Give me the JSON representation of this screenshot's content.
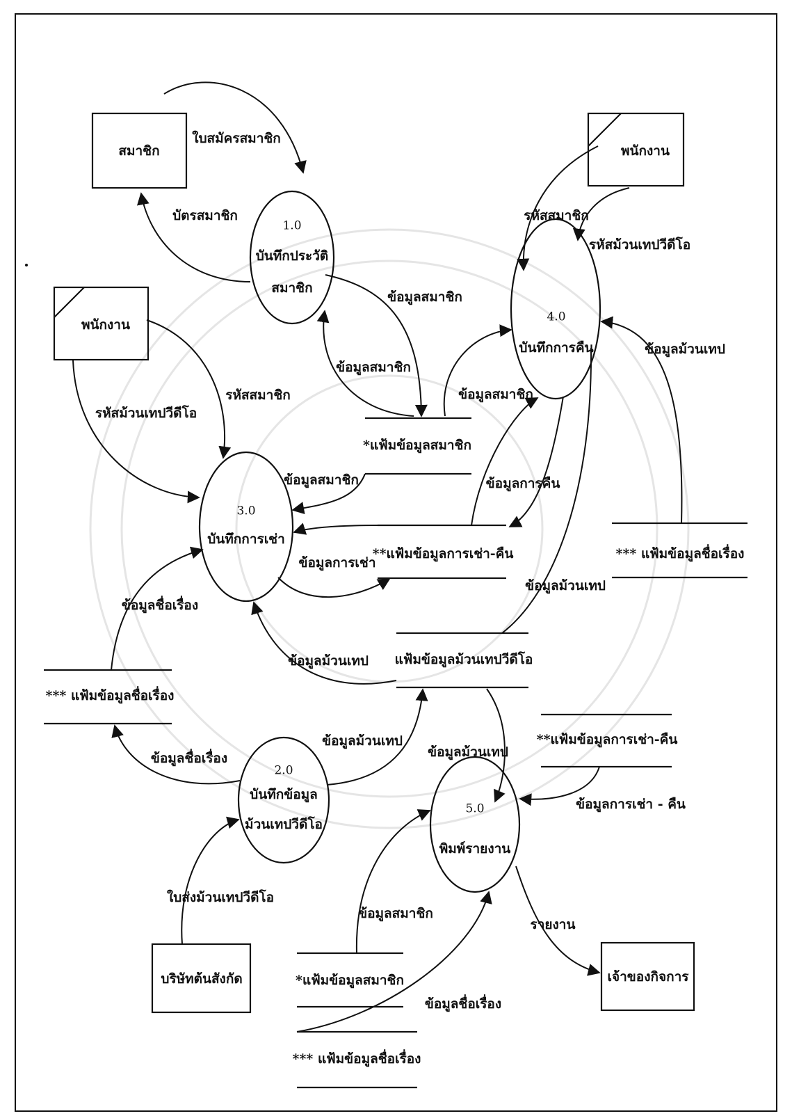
{
  "entities": {
    "member": "สมาชิก",
    "staff_top": "พนักงาน",
    "staff_left": "พนักงาน",
    "company": "บริษัทต้นสังกัด",
    "owner": "เจ้าของกิจการ"
  },
  "processes": [
    {
      "number": "1.0",
      "lines": [
        "บันทึกประวัติ",
        "สมาชิก"
      ]
    },
    {
      "number": "2.0",
      "lines": [
        "บันทึกข้อมูล",
        "ม้วนเทปวีดีโอ"
      ]
    },
    {
      "number": "3.0",
      "lines": [
        "บันทึกการเช่า"
      ]
    },
    {
      "number": "4.0",
      "lines": [
        "บันทึกการคืน"
      ]
    },
    {
      "number": "5.0",
      "lines": [
        "พิมพ์รายงาน"
      ]
    }
  ],
  "data_stores": [
    "*แฟ้มข้อมูลสมาชิก",
    "**แฟ้มข้อมูลการเช่า-คืน",
    "*** แฟ้มข้อมูลชื่อเรื่อง",
    "แฟ้มข้อมูลม้วนเทปวีดีโอ",
    "*** แฟ้มข้อมูลชื่อเรื่อง",
    "**แฟ้มข้อมูลการเช่า-คืน",
    "*แฟ้มข้อมูลสมาชิก",
    "*** แฟ้มข้อมูลชื่อเรื่อง"
  ],
  "flows": [
    "ใบสมัครสมาชิก",
    "บัตรสมาชิก",
    "ข้อมูลสมาชิก",
    "ข้อมูลสมาชิก",
    "ข้อมูลสมาชิก",
    "รหัสสมาชิก",
    "รหัสม้วนเทปวีดีโอ",
    "ข้อมูลม้วนเทป",
    "รหัสสมาชิก",
    "รหัสม้วนเทปวีดีโอ",
    "ข้อมูลสมาชิก",
    "ข้อมูลการคืน",
    "ข้อมูลการเช่า",
    "ข้อมูลม้วนเทป",
    "ข้อมูลชื่อเรื่อง",
    "ข้อมูลม้วนเทป",
    "ข้อมูลม้วนเทป",
    "ข้อมูลม้วนเทป",
    "ข้อมูลชื่อเรื่อง",
    "ข้อมูลการเช่า - คืน",
    "ใบส่งม้วนเทปวีดีโอ",
    "ข้อมูลสมาชิก",
    "รายงาน",
    "ข้อมูลชื่อเรื่อง"
  ]
}
